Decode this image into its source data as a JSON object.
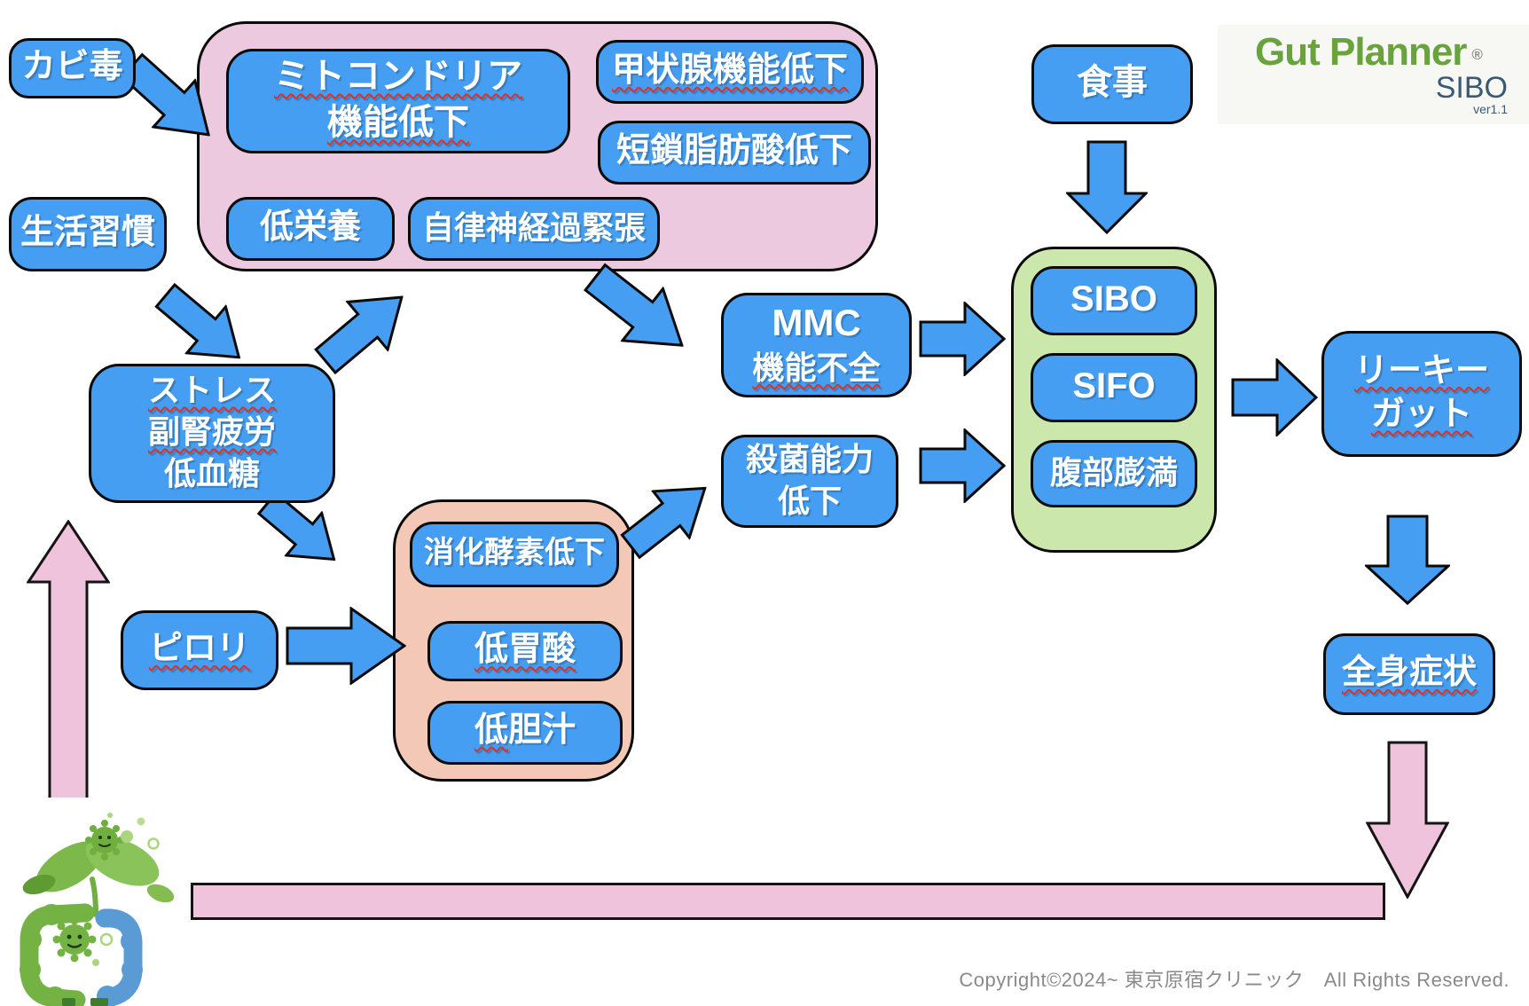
{
  "header": {
    "brand": "Gut Planner",
    "registered": "®",
    "product": "SIBO",
    "version": "ver1.1"
  },
  "footer": {
    "copyright": "Copyright©2024~ 東京原宿クリニック　All Rights Reserved."
  },
  "nodes": {
    "kabidoku": {
      "label": "カビ毒"
    },
    "seikatsu_shukan": {
      "label": "生活習慣"
    },
    "mitochondria": {
      "lines": [
        "ミトコンドリア",
        "機能低下"
      ]
    },
    "koujousen": {
      "label": "甲状腺機能低下"
    },
    "tansa_shibousan": {
      "label": "短鎖脂肪酸低下"
    },
    "tei_eiyou": {
      "label": "低栄養"
    },
    "jiritsu_shinkei": {
      "label": "自律神経過緊張"
    },
    "stress": {
      "lines": [
        "ストレス",
        "副腎疲労",
        "低血糖"
      ]
    },
    "pylori": {
      "label": "ピロリ"
    },
    "shouka_kouso": {
      "label": "消化酵素低下"
    },
    "tei_isan": {
      "label": "低胃酸"
    },
    "tei_tanju": {
      "squiggle_part": "低",
      "rest": "胆汁"
    },
    "mmc": {
      "lines": [
        "MMC",
        "機能不全"
      ]
    },
    "sakkin": {
      "lines": [
        "殺菌能力",
        "低下"
      ]
    },
    "shokuji": {
      "label": "食事"
    },
    "sibo": {
      "label": "SIBO"
    },
    "sifo": {
      "label": "SIFO"
    },
    "fukubu_bouman": {
      "label": "腹部膨満"
    },
    "leaky_gut": {
      "lines": [
        "リーキー",
        "ガット"
      ]
    },
    "zenshin": {
      "label": "全身症状"
    }
  },
  "colors": {
    "node_blue": "#459EF2",
    "group_pink": "#ECC9DF",
    "group_orange": "#F4C8B7",
    "group_green": "#CBE7AB",
    "arrow_pink": "#EFC3DC",
    "squiggle_red": "#DD3222",
    "brand_green": "#69A33E",
    "brand_navy": "#3A5A74"
  }
}
